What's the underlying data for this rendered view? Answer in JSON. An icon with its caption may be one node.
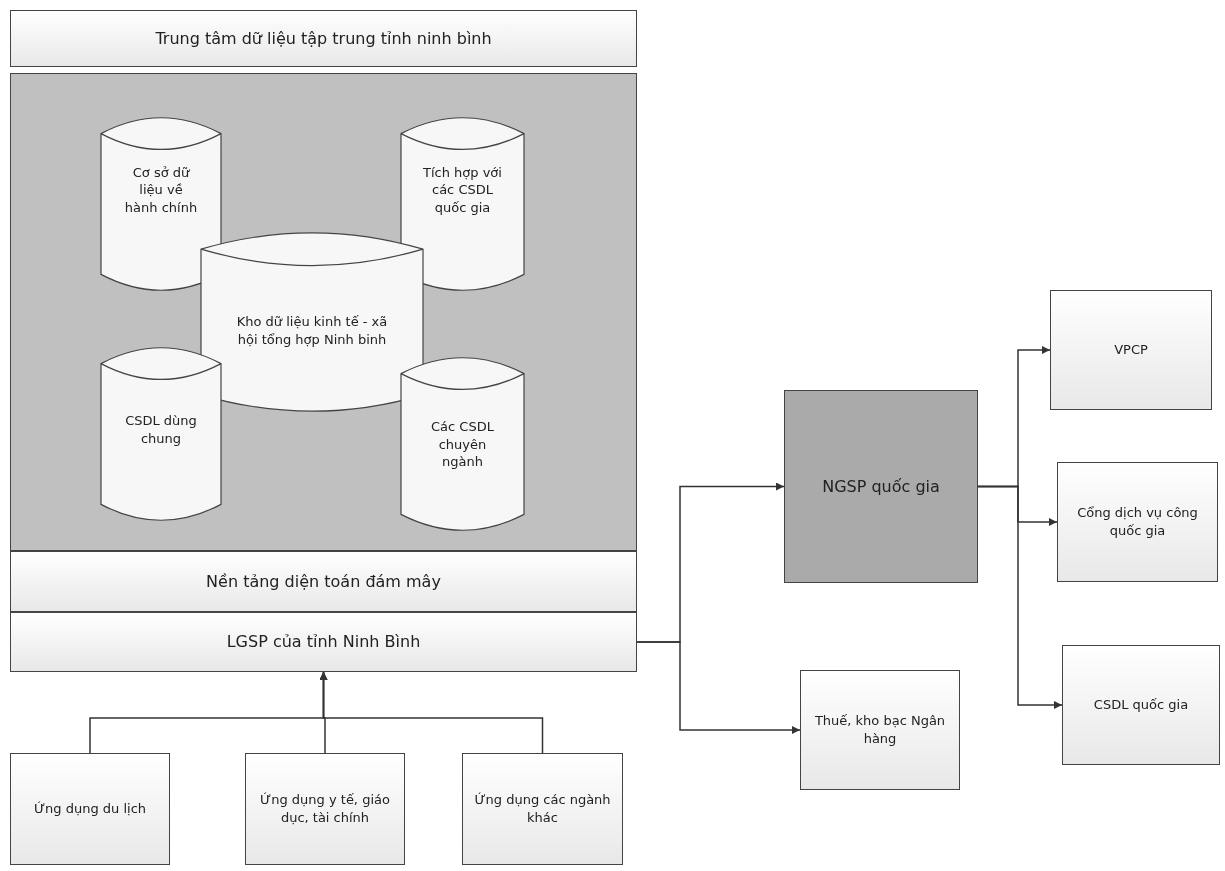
{
  "diagram": {
    "nodes": [
      {
        "text": [
          "Trung tâm dữ liệu tập trung tỉnh ninh bình"
        ]
      },
      {
        "text": [],
        "shape": "box"
      },
      {
        "text": [
          "Cơ sở dữ liệu về hành chính"
        ],
        "in": 1
      },
      {
        "text": [
          "Tích hợp với các CSDL quốc gia"
        ],
        "in": 1
      },
      {
        "text": [
          "Kho dữ liệu kinh tế - xã hội tổng hợp Ninh binh"
        ],
        "in": 1
      },
      {
        "text": [
          "CSDL dùng chung"
        ],
        "in": 1
      },
      {
        "text": [
          "Các CSDL chuyên ngành"
        ],
        "in": 1
      },
      {
        "text": [
          "Nền tảng diện toán đám mây"
        ]
      },
      {
        "text": [
          "LGSP của tỉnh Ninh Bình"
        ]
      },
      {
        "text": [
          "VPCP"
        ]
      },
      {
        "text": [
          "NGSP quốc gia"
        ]
      },
      {
        "text": [
          "Cổng dịch vụ công quốc gia"
        ]
      },
      {
        "text": [
          "CSDL quốc gia"
        ]
      },
      {
        "text": [
          "Thuế, kho bạc Ngân hàng"
        ]
      },
      {
        "text": [
          "Ứng dụng du lịch"
        ]
      },
      {
        "text": [
          "Ứng dụng y tế, giáo dục, tài chính"
        ]
      },
      {
        "text": [
          "Ứng dụng các ngành khác"
        ]
      }
    ],
    "edges": [
      {
        "from": 14,
        "to": 8,
        "arrow": "to"
      },
      {
        "from": 15,
        "to": 8,
        "arrow": "to"
      },
      {
        "from": 16,
        "to": 8,
        "arrow": "to"
      },
      {
        "from": 8,
        "to": 10,
        "arrow": "to"
      },
      {
        "from": 8,
        "to": 13,
        "arrow": "to"
      },
      {
        "from": 10,
        "to": 9,
        "arrow": "to"
      },
      {
        "from": 10,
        "to": 11,
        "arrow": "to"
      },
      {
        "from": 10,
        "to": 12,
        "arrow": "to"
      }
    ]
  }
}
